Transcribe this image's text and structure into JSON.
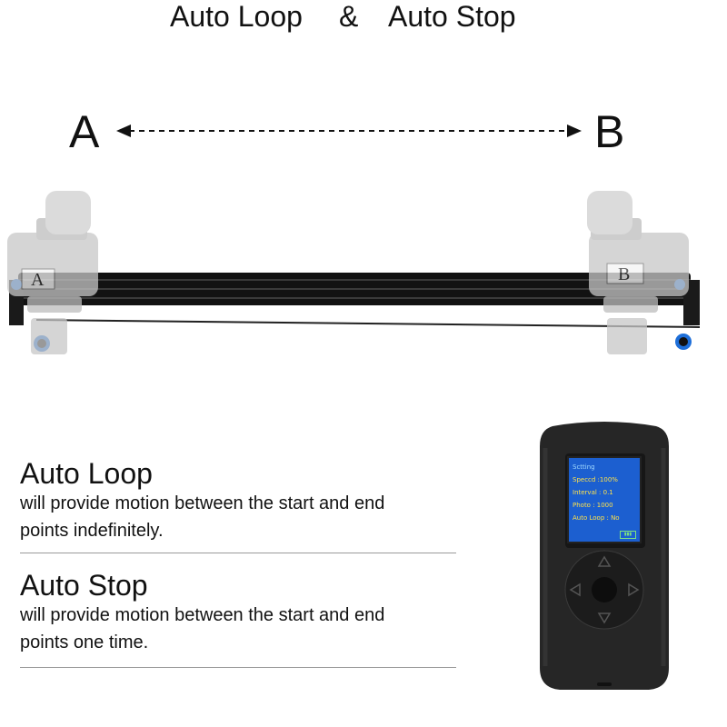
{
  "title": {
    "left": "Auto Loop",
    "amp": "&",
    "right": "Auto Stop"
  },
  "points": {
    "start": "A",
    "end": "B"
  },
  "sections": [
    {
      "heading": "Auto Loop",
      "line1": "will provide motion between the start and end",
      "line2": "points indefinitely."
    },
    {
      "heading": "Auto Stop",
      "line1": "will provide motion between the start and end",
      "line2": "points one time."
    }
  ],
  "remote": {
    "screen_lines": [
      "Sctting",
      "Speccd :100%",
      "Interval : 0.1",
      "Photo : 1000",
      "Auto Loop : No"
    ],
    "screen_color": "#1c5fd0",
    "text_color": "#ffe24a",
    "dpad_icons": [
      "arrow-up-icon",
      "arrow-left-icon",
      "arrow-right-icon",
      "arrow-down-icon"
    ]
  },
  "colors": {
    "rail": "#121212",
    "knob_blue": "#1e6fd9",
    "camera_gray": "#c7c7c7"
  }
}
